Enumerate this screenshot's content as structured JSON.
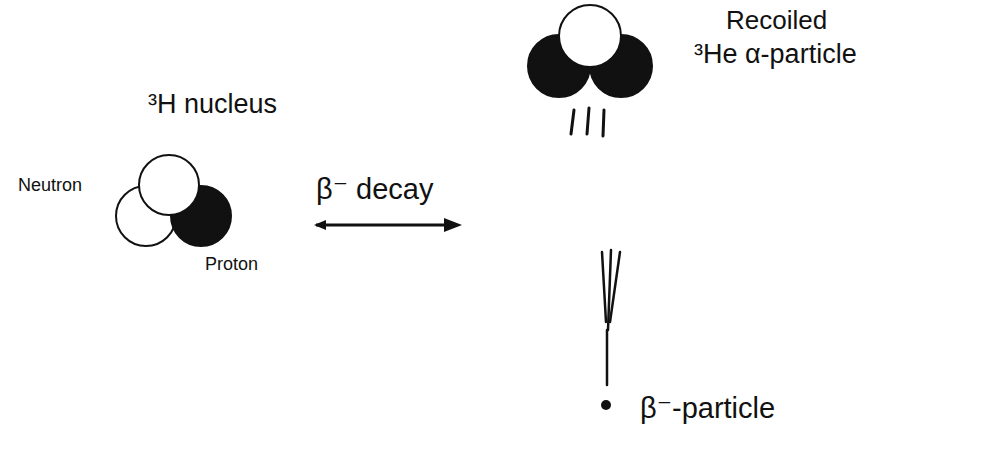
{
  "diagram": {
    "labels": [
      "³H nucleus",
      "Neutron",
      "Proton",
      "β⁻ decay",
      "Recoiled",
      "³He α-particle",
      "β⁻-particle"
    ]
  }
}
